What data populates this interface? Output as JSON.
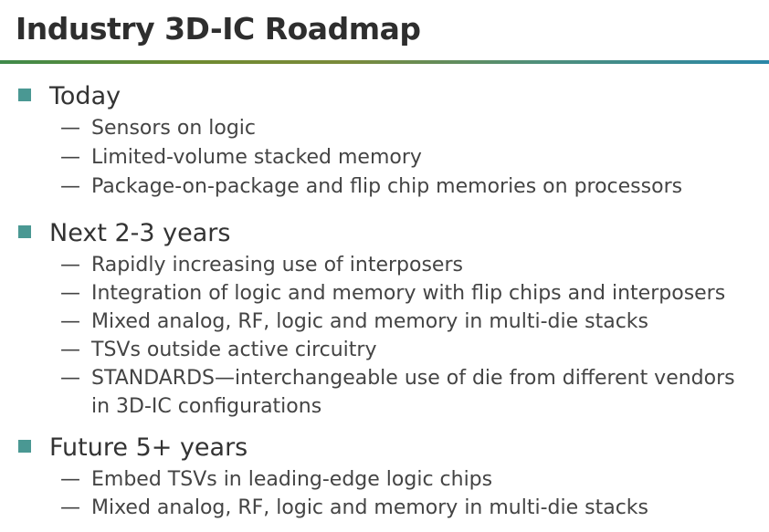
{
  "title": "Industry 3D-IC Roadmap",
  "sections": [
    {
      "label": "Today",
      "items": [
        "Sensors on logic",
        "Limited-volume stacked memory",
        "Package-on-package and flip chip memories on processors"
      ]
    },
    {
      "label": "Next 2-3 years",
      "items": [
        "Rapidly increasing use of interposers",
        "Integration of logic and memory with flip chips and interposers",
        "Mixed analog, RF, logic and memory in multi-die stacks",
        "TSVs outside active circuitry",
        "STANDARDS—interchangeable use of die from different vendors"
      ],
      "continuation": "in 3D-IC configurations"
    },
    {
      "label": "Future 5+ years",
      "items": [
        "Embed TSVs in leading-edge logic chips",
        "Mixed analog, RF, logic and memory in multi-die stacks"
      ]
    }
  ],
  "dash": "—"
}
